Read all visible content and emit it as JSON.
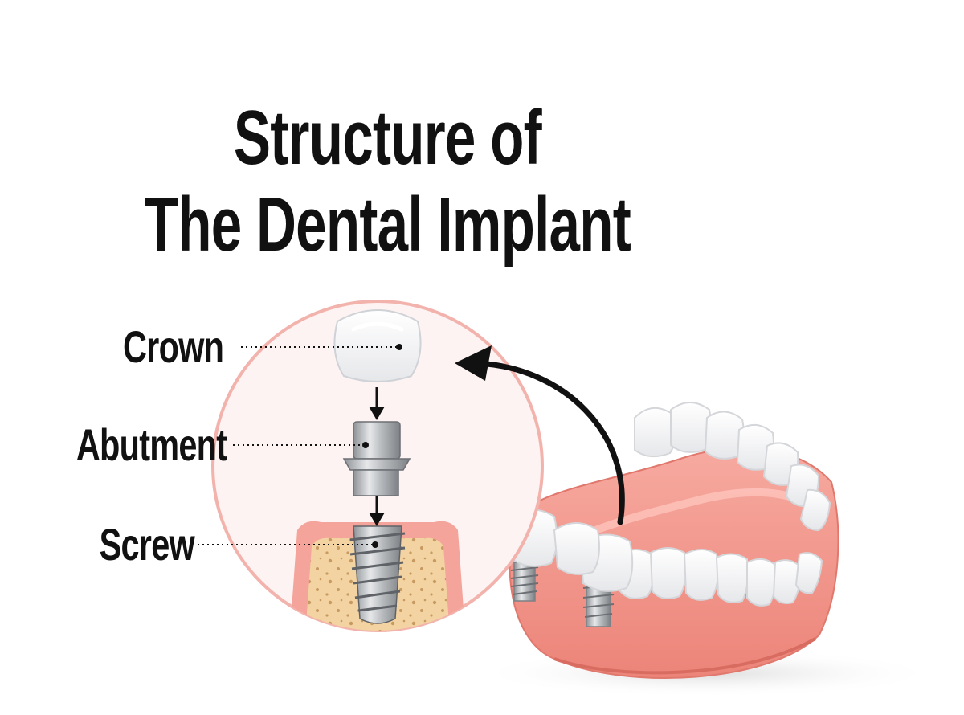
{
  "title": {
    "line1": "Structure of",
    "line2": "The Dental Implant"
  },
  "labels": {
    "crown": "Crown",
    "abutment": "Abutment",
    "screw": "Screw"
  },
  "colors": {
    "gum": "#f59e94",
    "gum_dark": "#e57f74",
    "circle_fill": "#fdf2f1",
    "circle_stroke": "#f3b3ad",
    "bone": "#f2d2a0",
    "tooth": "#ffffff",
    "metal": "#b9bcbf",
    "ink": "#111111"
  }
}
